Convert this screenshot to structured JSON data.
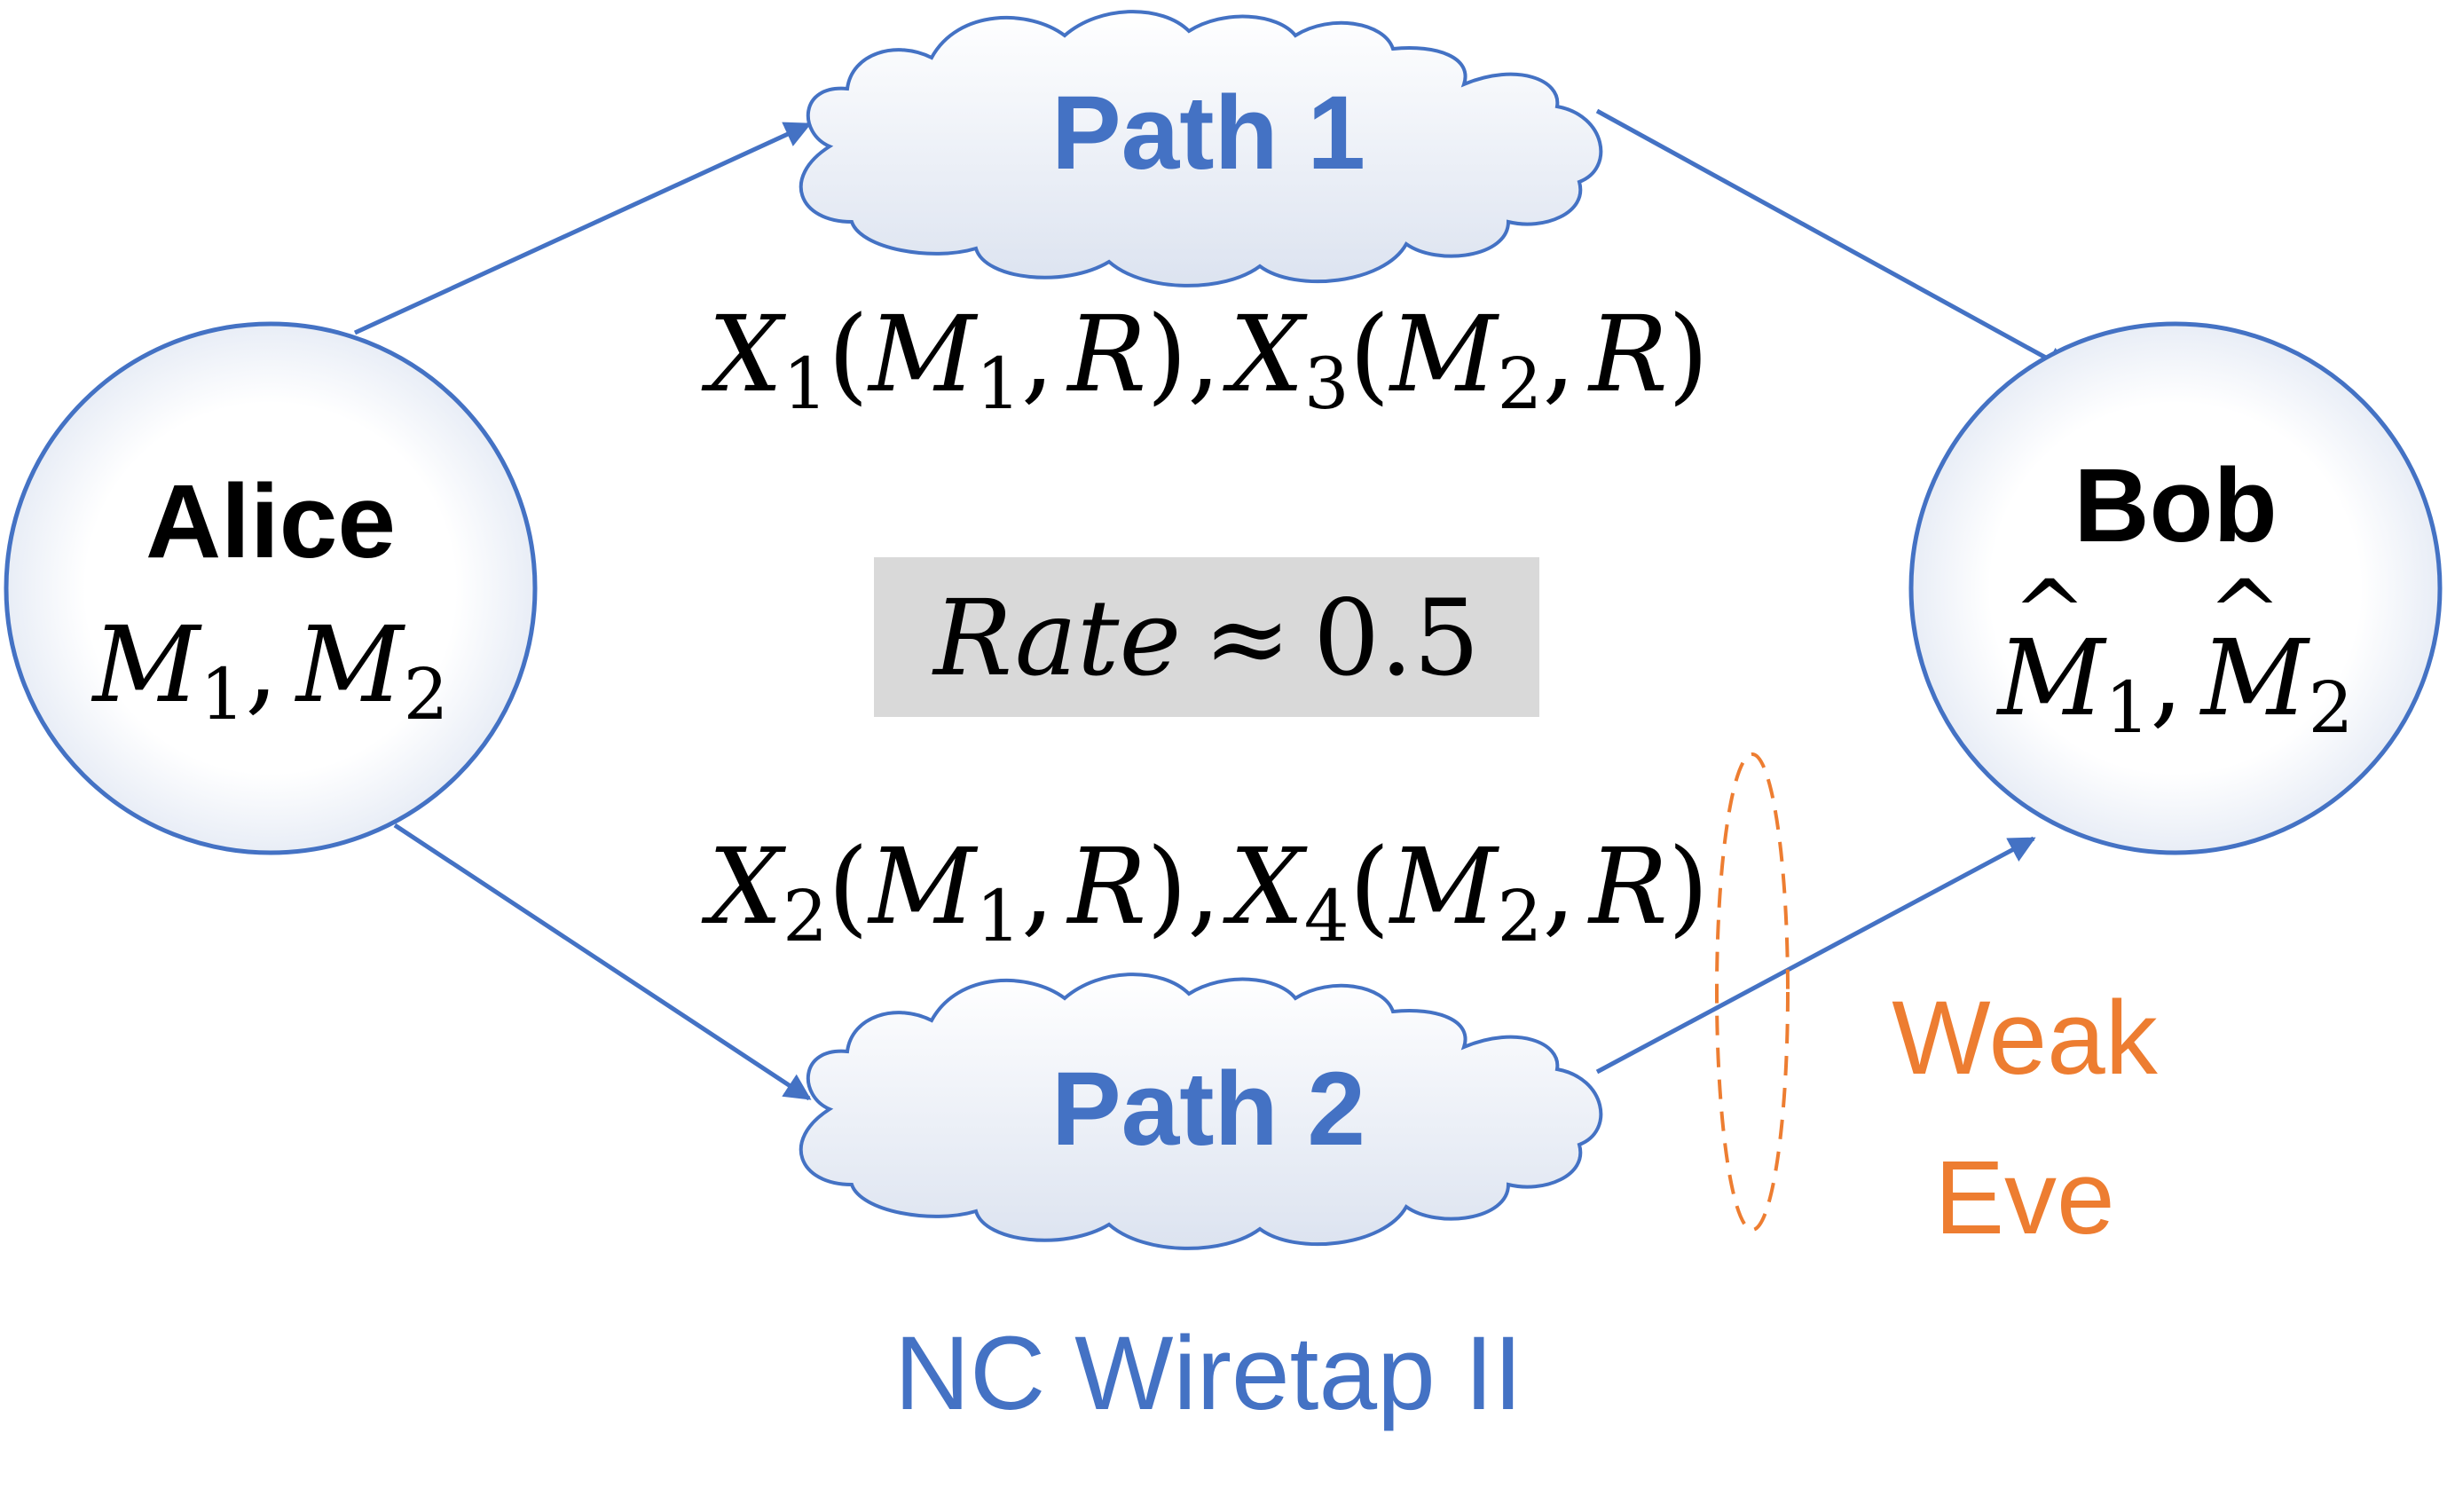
{
  "nodes": {
    "alice": {
      "name": "Alice",
      "message": "M",
      "sub1": "1",
      "sub2": "2"
    },
    "bob": {
      "name": "Bob",
      "message": "M",
      "hat": "^",
      "sub1": "1",
      "sub2": "2"
    }
  },
  "paths": {
    "path1": {
      "label": "Path 1"
    },
    "path2": {
      "label": "Path 2"
    }
  },
  "symbols": {
    "X1": {
      "base": "X",
      "sub": "1",
      "arg": "M",
      "argsub": "1"
    },
    "X3": {
      "base": "X",
      "sub": "3",
      "arg": "M",
      "argsub": "2"
    },
    "X2": {
      "base": "X",
      "sub": "2",
      "arg": "M",
      "argsub": "1"
    },
    "X4": {
      "base": "X",
      "sub": "4",
      "arg": "M",
      "argsub": "2"
    },
    "R": "R",
    "open": "(",
    "close": ")",
    "comma": ","
  },
  "rate": {
    "variable": "Rate",
    "approx": "≈",
    "value": "0.5"
  },
  "eve": {
    "line1": "Weak",
    "line2": "Eve"
  },
  "caption": "NC Wiretap II",
  "colors": {
    "accent": "#4472C4",
    "eve": "#ED7D31",
    "rate_box": "#D9D9D9",
    "text": "#000000"
  }
}
